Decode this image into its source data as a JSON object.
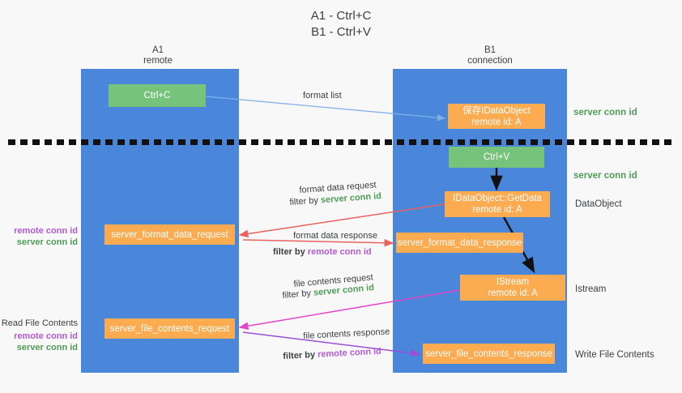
{
  "title": {
    "line1": "A1 - Ctrl+C",
    "line2": "B1 - Ctrl+V"
  },
  "columns": {
    "left": {
      "name": "A1",
      "role": "remote"
    },
    "right": {
      "name": "B1",
      "role": "connection"
    }
  },
  "nodes": {
    "ctrl_c": {
      "label": "Ctrl+C",
      "color": "#76c47c"
    },
    "save_idataobject": {
      "line1": "保存IDataObject",
      "line2": "remote id: A",
      "color": "#fcab51"
    },
    "ctrl_v": {
      "label": "Ctrl+V",
      "color": "#76c47c"
    },
    "getdata": {
      "line1": "IDataObject::GetData",
      "line2": "remote id: A",
      "color": "#fcab51"
    },
    "istream": {
      "line1": "IStream",
      "line2": "remote id: A",
      "color": "#fcab51"
    },
    "server_format_data_request": {
      "label": "server_format_data_request",
      "color": "#fcab51"
    },
    "server_format_data_response": {
      "label": "server_format_data_response",
      "color": "#fcab51"
    },
    "server_file_contents_request": {
      "label": "server_file_contents_request",
      "color": "#fcab51"
    },
    "server_file_contents_response": {
      "label": "server_file_contents_response",
      "color": "#fcab51"
    }
  },
  "side_annotations": {
    "server_conn_id_1": "server conn id",
    "server_conn_id_2": "server conn id",
    "dataobject": "DataObject",
    "istream": "Istream",
    "write_file_contents": "Write File Contents"
  },
  "left_annotations": {
    "format": {
      "remote": "remote conn id",
      "server": "server conn id"
    },
    "file": {
      "heading": "Read File Contents",
      "remote": "remote conn id",
      "server": "server conn id"
    }
  },
  "edge_labels": {
    "format_list": "format list",
    "format_data_request": "format data request",
    "format_data_request_filter_prefix": "filter by ",
    "format_data_request_filter_key": "server conn id",
    "format_data_response": "format data response",
    "format_data_response_filter_prefix": "filter by ",
    "format_data_response_filter_key": "remote conn id",
    "file_contents_request": "file contents request",
    "file_contents_request_filter_prefix": "filter by ",
    "file_contents_request_filter_key": "server conn id",
    "file_contents_response": "file contents response",
    "file_contents_response_filter_prefix": "filter by ",
    "file_contents_response_filter_key": "remote conn id"
  },
  "colors": {
    "lane": "#4a86da",
    "green": "#76c47c",
    "orange": "#fcab51",
    "server_text": "#4f9d57",
    "remote_text": "#b35ad6",
    "arrow_blue": "#7fb0e8",
    "arrow_red": "#e8635f",
    "arrow_magenta": "#e444c8",
    "arrow_purple": "#9b4fd8",
    "arrow_black": "#111111",
    "background": "#f8f8f8"
  }
}
